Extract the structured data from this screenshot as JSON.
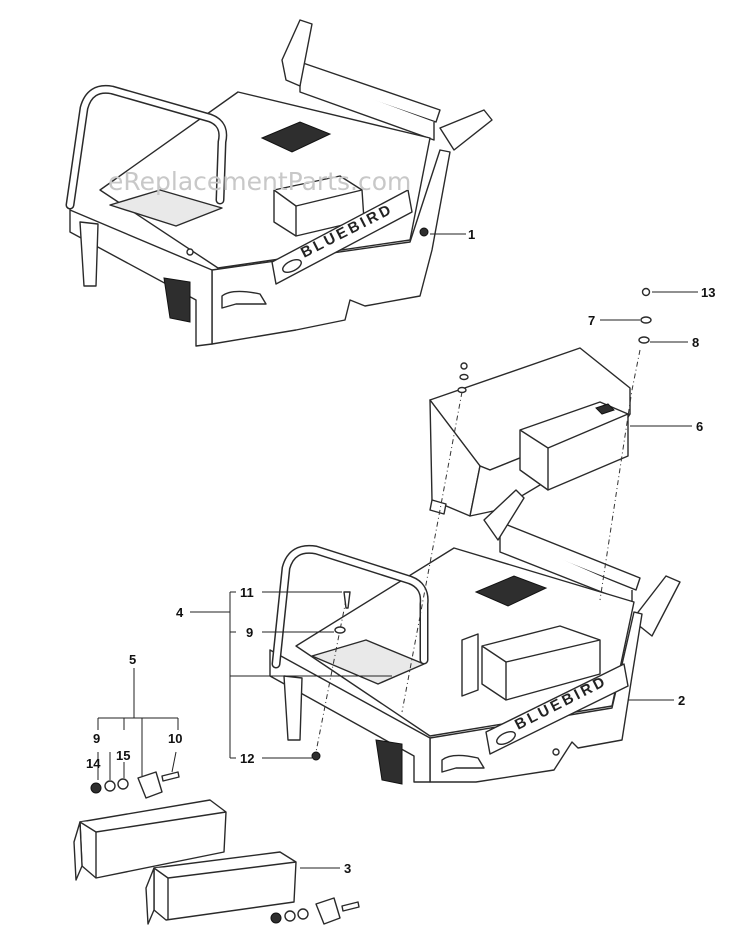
{
  "watermark": "eReplacementParts.com",
  "decal_text": "BLUEBIRD",
  "callouts": {
    "c1": "1",
    "c2": "2",
    "c3": "3",
    "c4": "4",
    "c5": "5",
    "c6": "6",
    "c7": "7",
    "c8": "8",
    "c9a": "9",
    "c9b": "9",
    "c10": "10",
    "c11": "11",
    "c12": "12",
    "c13": "13",
    "c14": "14",
    "c15": "15"
  }
}
